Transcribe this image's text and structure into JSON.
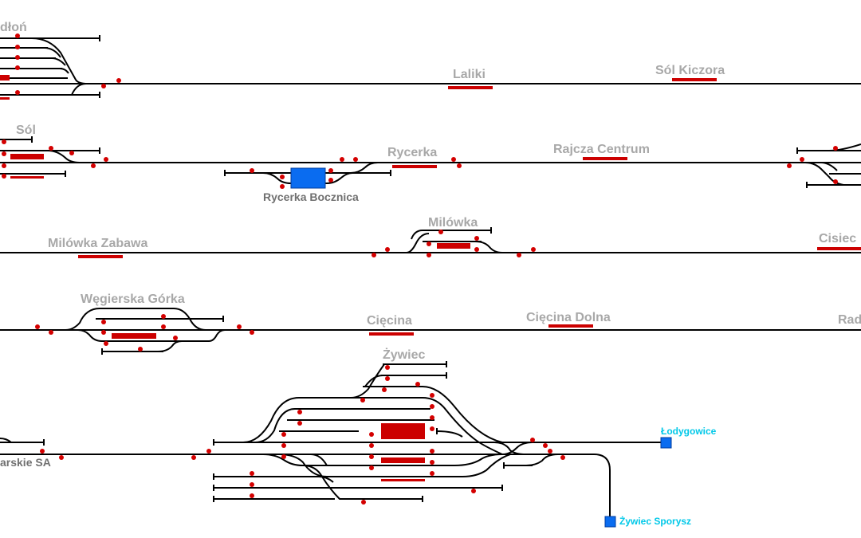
{
  "window": {
    "title": "Railway interlocking panel"
  },
  "stations": {
    "sedlon": "dłoń",
    "laliki": "Laliki",
    "sol_kiczora": "Sól Kiczora",
    "sol": "Sól",
    "rycerka": "Rycerka",
    "rycerka_bocznica": "Rycerka Bocznica",
    "rajcza_centrum": "Rajcza Centrum",
    "milowka": "Milówka",
    "milowka_zabawa": "Milówka Zabawa",
    "cisiec": "Cisiec",
    "wegierska_gorka": "Węgierska Górka",
    "ciecina": "Cięcina",
    "ciecina_dolna": "Cięcina Dolna",
    "rad": "Rad",
    "zywiec": "Żywiec",
    "arskie_sa": "arskie SA",
    "lodygowice": "Łodygowice",
    "zywiec_sporysz": "Żywiec Sporysz"
  },
  "colors": {
    "track": "#000000",
    "signal": "#d40000",
    "occupied_section": "#cc0000",
    "siding_block": "#0a6cf0",
    "station_label": "#a8a8a8",
    "exit_label": "#00c8e8"
  }
}
